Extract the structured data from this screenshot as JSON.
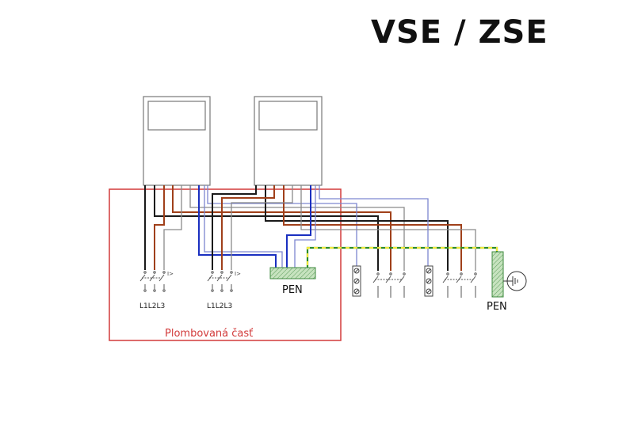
{
  "title": "VSE / ZSE",
  "labels": {
    "sealed_part": "Plombovaná časť",
    "pen_left": "PEN",
    "pen_right": "PEN",
    "switch_group_1": "L1L2L3",
    "switch_group_2": "L1L2L3",
    "overcurrent_1": "I>",
    "overcurrent_2": "I>"
  },
  "colors": {
    "black": "#1a1a1a",
    "brown": "#a0401a",
    "gray": "#8a8a8a",
    "blue": "#1a2fc0",
    "light_blue": "#7d86d0",
    "red": "#d23a3a",
    "pen_fill": "#b9dcb0",
    "pen_stroke": "#3d8a3d",
    "earth_green": "#2a8a2a",
    "earth_yellow": "#f1e83a"
  }
}
